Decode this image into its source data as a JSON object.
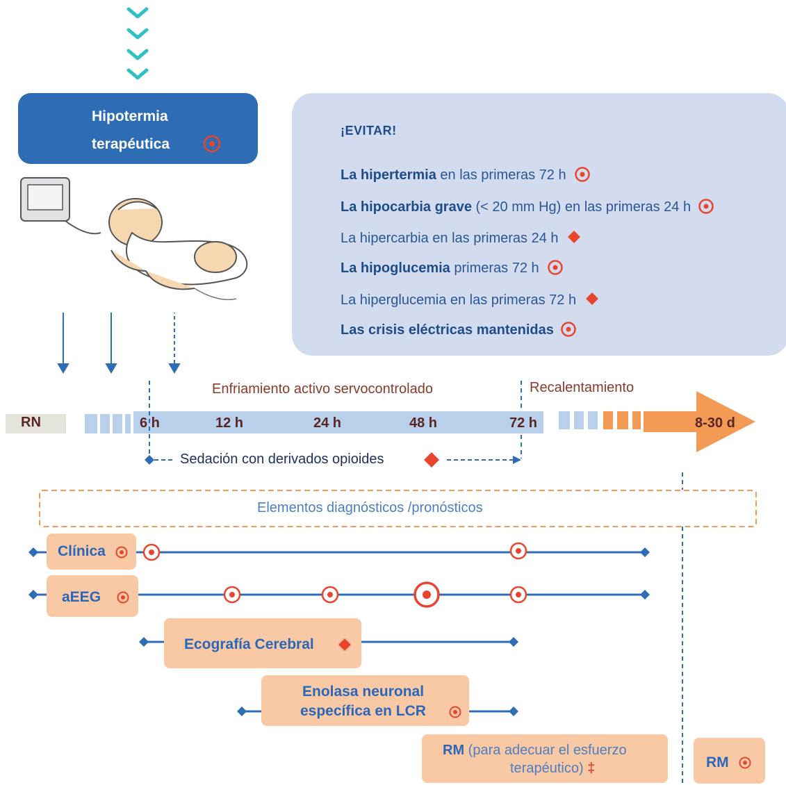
{
  "hypothermia": {
    "line1": "Hipotermia",
    "line2": "terapéutica"
  },
  "avoid": {
    "title": "¡EVITAR!",
    "items": [
      {
        "bold": "La hipertermia",
        "rest": " en las primeras 72 h",
        "marker": "target-icon"
      },
      {
        "bold": "La hipocarbia grave",
        "rest": " (< 20 mm Hg) en las primeras 24 h",
        "marker": "target-icon"
      },
      {
        "bold": "",
        "rest": "La hipercarbia en las primeras 24 h",
        "marker": "diamond-icon"
      },
      {
        "bold": "La hipoglucemia",
        "rest": " primeras 72 h",
        "marker": "target-icon"
      },
      {
        "bold": "",
        "rest": "La hiperglucemia en las primeras 72 h",
        "marker": "diamond-icon"
      },
      {
        "bold": "Las crisis eléctricas mantenidas",
        "rest": "",
        "marker": "target-icon"
      }
    ]
  },
  "timeline": {
    "rn": "RN",
    "t6": "6 h",
    "t12": "12 h",
    "t24": "24 h",
    "t48": "48 h",
    "t72": "72 h",
    "end": "8-30 d",
    "cooling": "Enfriamiento activo servocontrolado",
    "rewarming": "Recalentamiento",
    "sedation": "Sedación con derivados opioides"
  },
  "diagnostics": {
    "header": "Elementos diagnósticos /pronósticos",
    "clinica": "Clínica",
    "aeeg": "aEEG",
    "eco": "Ecografía Cerebral",
    "enolasa1": "Enolasa neuronal",
    "enolasa2": "específica en LCR",
    "rm1_bold": "RM",
    "rm1_rest": "(para adecuar el esfuerzo",
    "rm1_line2": "terapéutico)",
    "rm1_mark": "‡",
    "rm2": "RM"
  },
  "colors": {
    "blue": "#2e6db4",
    "lightblue": "#b8d0ea",
    "orange": "#f39a54",
    "peach": "#f9c9a6",
    "red": "#e8452e",
    "teal": "#2ec0c4"
  }
}
